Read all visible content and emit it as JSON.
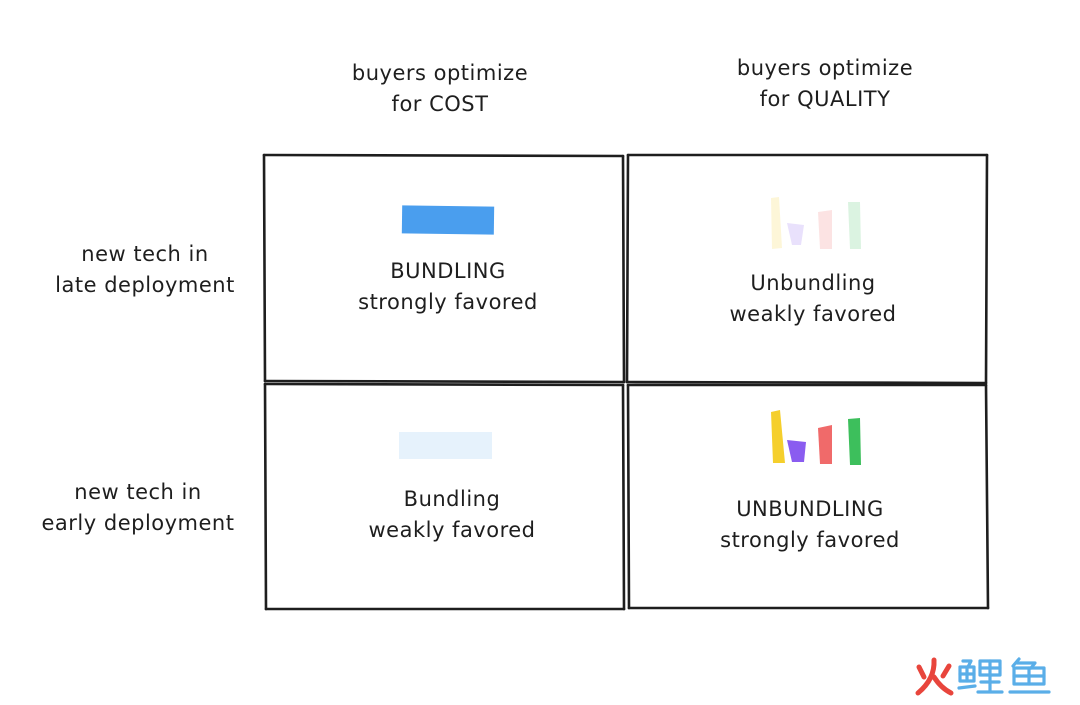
{
  "columns": [
    {
      "line1": "buyers optimize",
      "line2": "for COST"
    },
    {
      "line1": "buyers optimize",
      "line2": "for QUALITY"
    }
  ],
  "rows": [
    {
      "line1": "new tech in",
      "line2": "late deployment"
    },
    {
      "line1": "new tech in",
      "line2": "early deployment"
    }
  ],
  "cells": {
    "late_cost": {
      "line1": "BUNDLING",
      "line2": "strongly favored",
      "icon": "solid-bar-icon",
      "color": "#4a9eee"
    },
    "late_quality": {
      "line1": "Unbundling",
      "line2": "weakly favored",
      "icon": "faded-multicolor-bars-icon"
    },
    "early_cost": {
      "line1": "Bundling",
      "line2": "weakly favored",
      "icon": "faded-bar-icon",
      "color": "#e6f2fc"
    },
    "early_quality": {
      "line1": "UNBUNDLING",
      "line2": "strongly favored",
      "icon": "multicolor-bars-icon"
    }
  },
  "bar_colors": {
    "yellow": "#f5cf2c",
    "purple": "#8a5cf0",
    "red": "#f06a6a",
    "green": "#3dbf5c"
  },
  "watermark": {
    "text": "火鲤鱼",
    "color_fire": "#e8453c",
    "color_fish": "#5aaee8"
  }
}
